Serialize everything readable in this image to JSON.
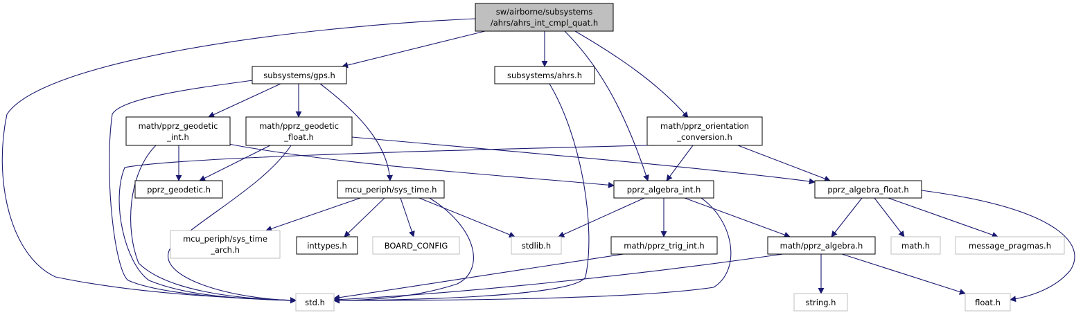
{
  "colors": {
    "edge": "#191970",
    "root_fill": "#bfbfbf",
    "node_border": "#000000",
    "external_border": "#bfbfbf"
  },
  "nodes": {
    "root": {
      "lines": [
        "sw/airborne/subsystems",
        "/ahrs/ahrs_int_cmpl_quat.h"
      ]
    },
    "gps": {
      "lines": [
        "subsystems/gps.h"
      ]
    },
    "ahrs": {
      "lines": [
        "subsystems/ahrs.h"
      ]
    },
    "geodetic_int": {
      "lines": [
        "math/pprz_geodetic",
        "_int.h"
      ]
    },
    "geodetic_float": {
      "lines": [
        "math/pprz_geodetic",
        "_float.h"
      ]
    },
    "orientation": {
      "lines": [
        "math/pprz_orientation",
        "_conversion.h"
      ]
    },
    "pprz_geodetic": {
      "lines": [
        "pprz_geodetic.h"
      ]
    },
    "sys_time": {
      "lines": [
        "mcu_periph/sys_time.h"
      ]
    },
    "algebra_int": {
      "lines": [
        "pprz_algebra_int.h"
      ]
    },
    "algebra_float": {
      "lines": [
        "pprz_algebra_float.h"
      ]
    },
    "sys_time_arch": {
      "lines": [
        "mcu_periph/sys_time",
        "_arch.h"
      ]
    },
    "inttypes": {
      "lines": [
        "inttypes.h"
      ]
    },
    "board_config": {
      "lines": [
        "BOARD_CONFIG"
      ]
    },
    "stdlib": {
      "lines": [
        "stdlib.h"
      ]
    },
    "trig_int": {
      "lines": [
        "math/pprz_trig_int.h"
      ]
    },
    "algebra": {
      "lines": [
        "math/pprz_algebra.h"
      ]
    },
    "math": {
      "lines": [
        "math.h"
      ]
    },
    "message_pragmas": {
      "lines": [
        "message_pragmas.h"
      ]
    },
    "std": {
      "lines": [
        "std.h"
      ]
    },
    "string": {
      "lines": [
        "string.h"
      ]
    },
    "float": {
      "lines": [
        "float.h"
      ]
    }
  }
}
